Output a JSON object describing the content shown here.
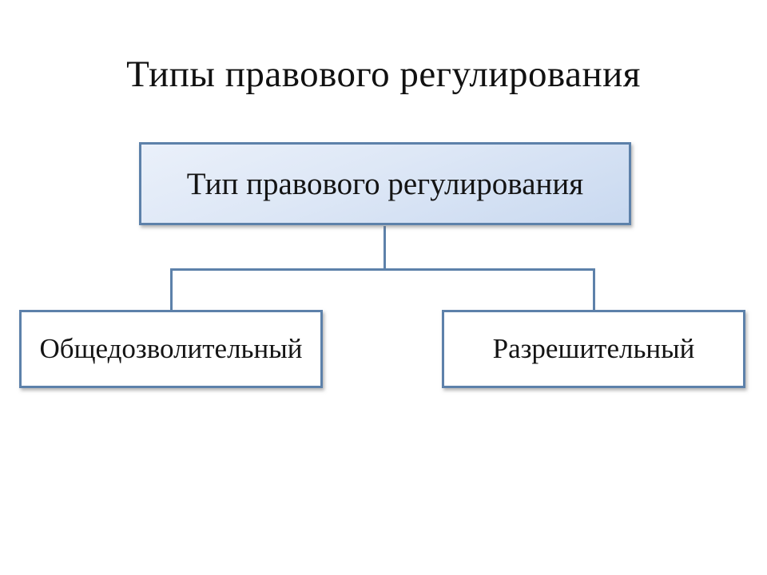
{
  "slide": {
    "title": "Типы правового регулирования"
  },
  "diagram": {
    "root": {
      "label": "Тип правового регулирования"
    },
    "children": [
      {
        "label": "Общедозволительный"
      },
      {
        "label": "Разрешительный"
      }
    ]
  },
  "colors": {
    "background": "#ffffff",
    "text": "#141414",
    "node_border_blue": "#5d81aa",
    "connector_blue": "#5d81aa",
    "root_gradient_top": "#eaf0fa",
    "root_gradient_bottom": "#c9d9f0",
    "child_fill": "#ffffff"
  }
}
